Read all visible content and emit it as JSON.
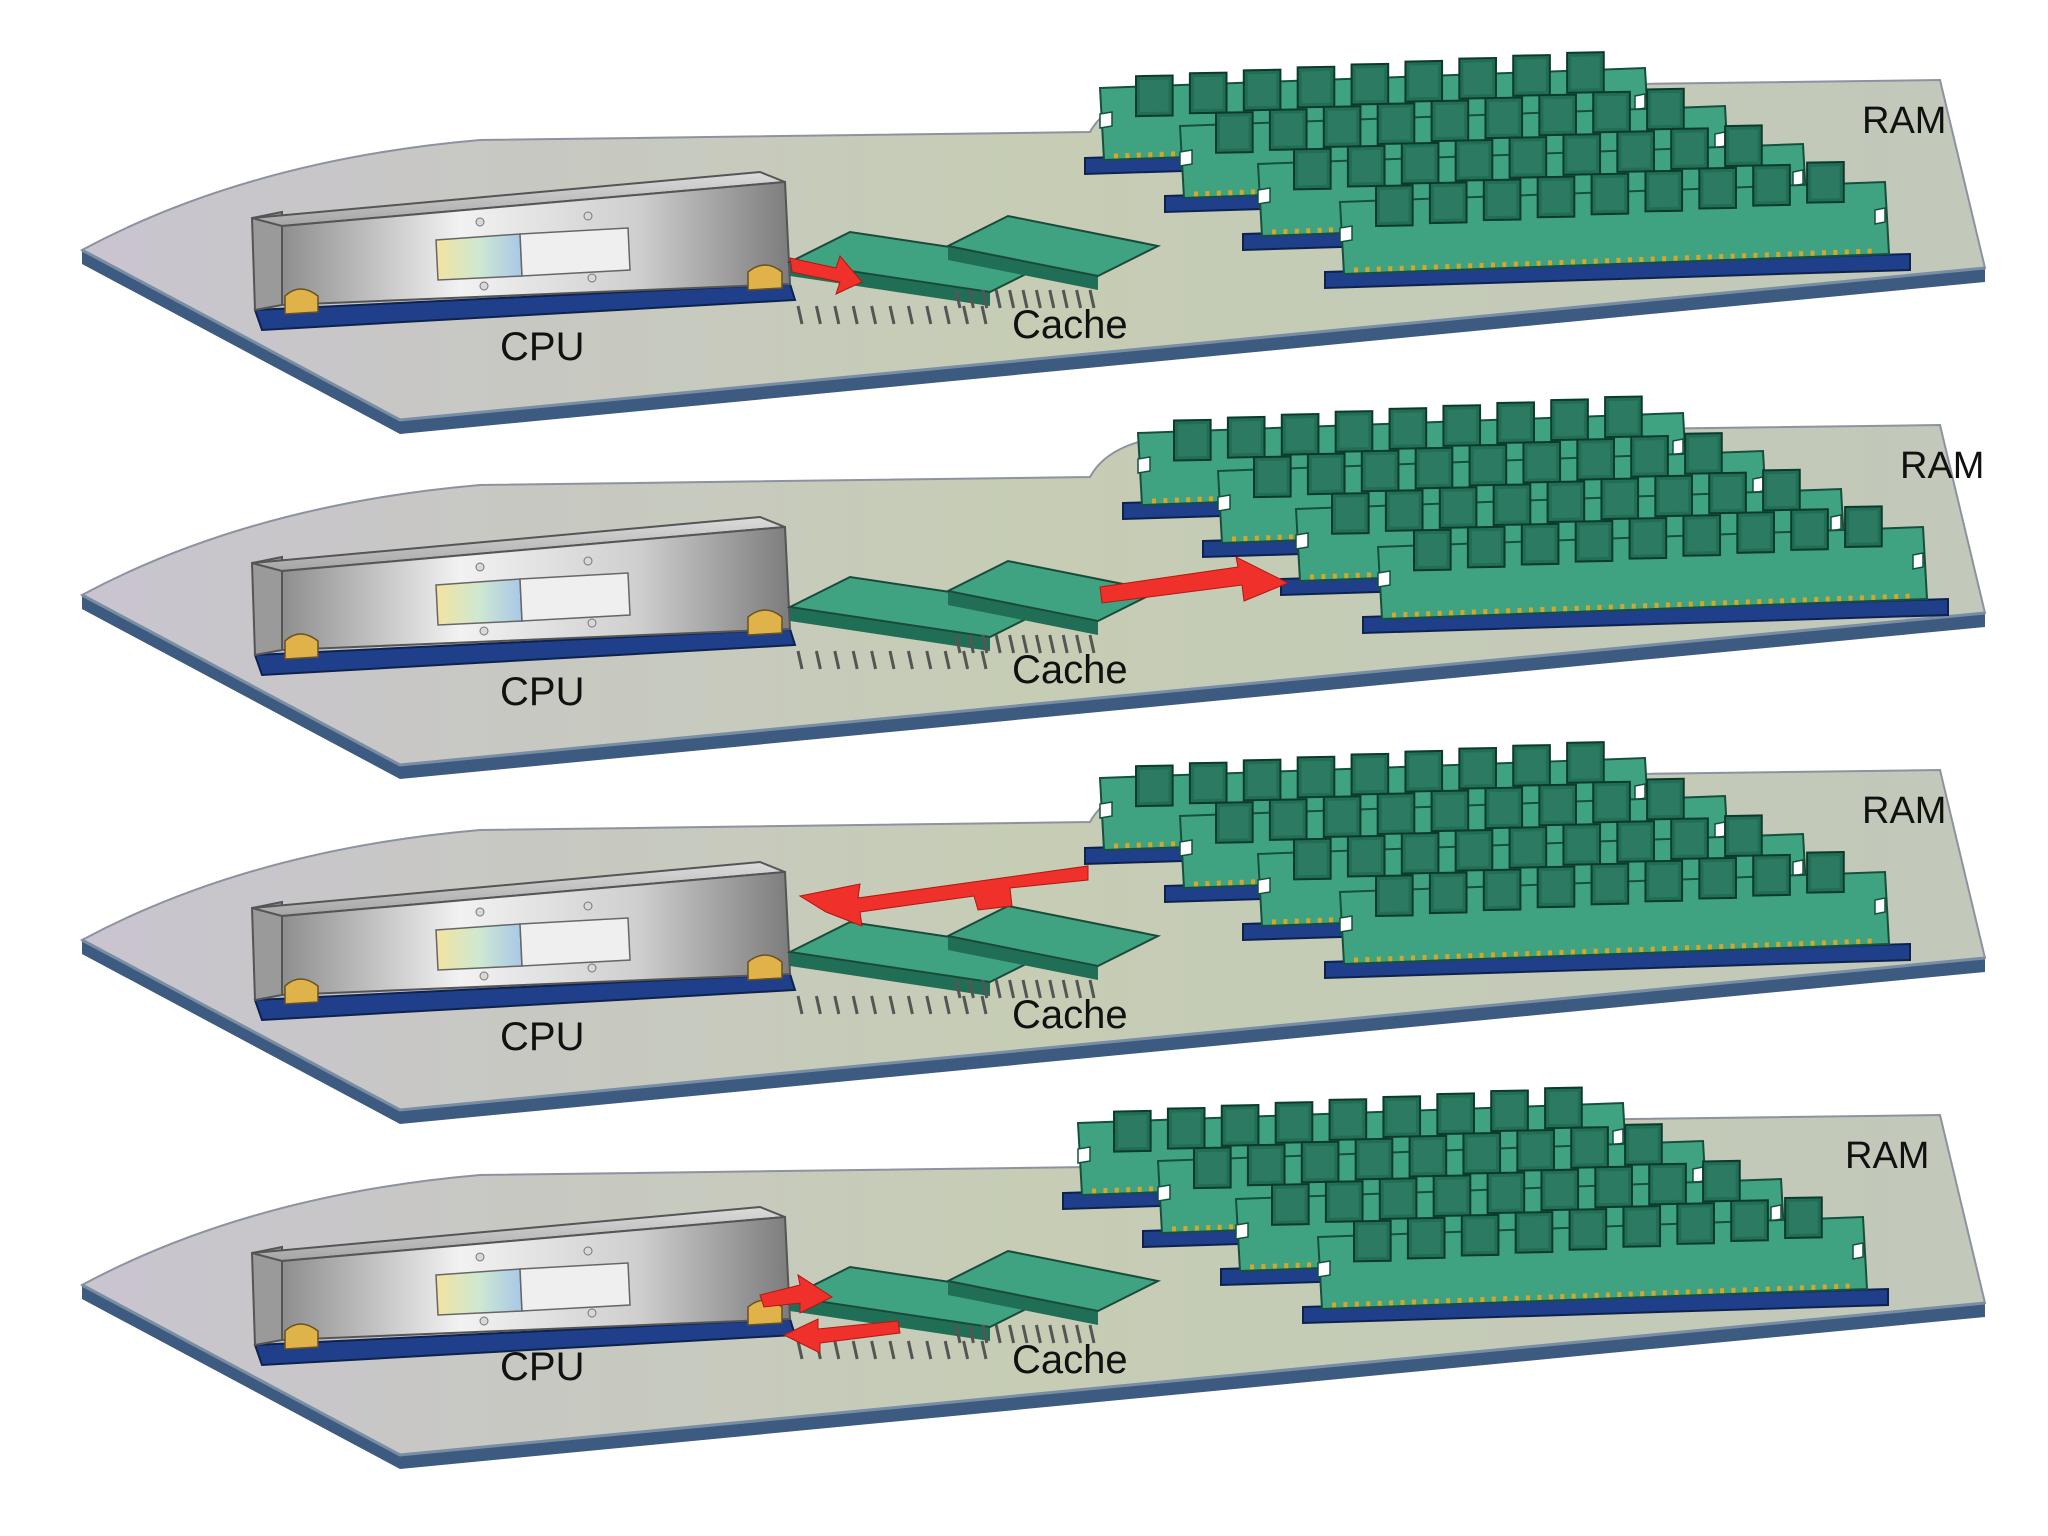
{
  "colors": {
    "board_fill": "#c6cbb6",
    "board_edge": "#7a8ea3",
    "board_edge_dark": "#3d5a80",
    "chip_green": "#3fa381",
    "chip_green_dark": "#1f6e55",
    "ram_slot": "#1f3f8a",
    "cpu_metal_light": "#f2f2f2",
    "cpu_metal_dark": "#8e8e8e",
    "data_arrow": "#f0302a",
    "background": "#ffffff"
  },
  "panels": [
    {
      "labels": {
        "cpu": "CPU",
        "cache": "Cache",
        "ram": "RAM"
      },
      "data_path": "cpu-to-cache"
    },
    {
      "labels": {
        "cpu": "CPU",
        "cache": "Cache",
        "ram": "RAM"
      },
      "data_path": "cache-to-ram"
    },
    {
      "labels": {
        "cpu": "CPU",
        "cache": "Cache",
        "ram": "RAM"
      },
      "data_path": "ram-to-cpu-and-cache"
    },
    {
      "labels": {
        "cpu": "CPU",
        "cache": "Cache",
        "ram": "RAM"
      },
      "data_path": "cache-to-cpu"
    }
  ]
}
